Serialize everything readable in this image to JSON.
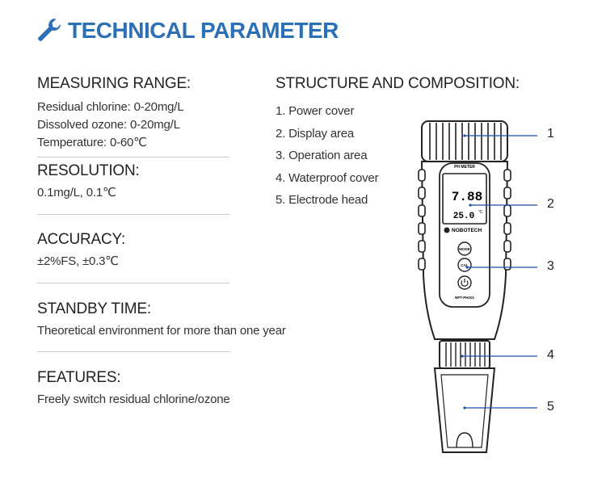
{
  "header": {
    "title": "TECHNICAL PARAMETER",
    "icon": "wrench-icon",
    "accent": "#2a6fb8"
  },
  "sections": [
    {
      "title": "MEASURING RANGE:",
      "lines": [
        "Residual chlorine: 0-20mg/L",
        "Dissolved ozone: 0-20mg/L",
        "Temperature: 0-60℃"
      ]
    },
    {
      "title": "RESOLUTION:",
      "lines": [
        "0.1mg/L, 0.1℃"
      ]
    },
    {
      "title": "ACCURACY:",
      "lines": [
        "±2%FS, ±0.3℃"
      ]
    },
    {
      "title": "STANDBY TIME:",
      "lines": [
        "Theoretical environment for more than one year"
      ]
    },
    {
      "title": "FEATURES:",
      "lines": [
        "Freely switch residual chlorine/ozone"
      ]
    }
  ],
  "structure": {
    "title": "STRUCTURE AND COMPOSITION:",
    "items": [
      "1. Power cover",
      "2. Display area",
      "3. Operation area",
      "4. Waterproof cover",
      "5. Electrode head"
    ],
    "callouts": [
      "1",
      "2",
      "3",
      "4",
      "5"
    ]
  },
  "device": {
    "label_top": "PH METER",
    "reading_main": "7.88",
    "reading_temp": "25.0",
    "temp_unit": "°C",
    "brand": "NOBOTECH",
    "btn_mode": "MODE",
    "btn_cal": "CAL",
    "model": "NPT-PH101"
  }
}
